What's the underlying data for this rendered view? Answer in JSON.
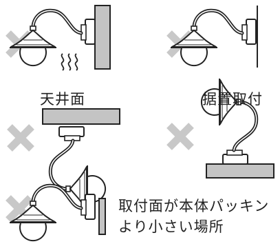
{
  "labels": {
    "ceiling": "天井面",
    "floor_mount": "据置取付",
    "small_surface_line1": "取付面が本体パッキン",
    "small_surface_line2": "より小さい場所"
  },
  "colors": {
    "line": "#222222",
    "mark": "#c8c8c8",
    "surface": "#c4c4c4"
  },
  "icons": [
    "prohibited-x-icon",
    "wall-lamp-icon",
    "heat-waves-icon"
  ]
}
